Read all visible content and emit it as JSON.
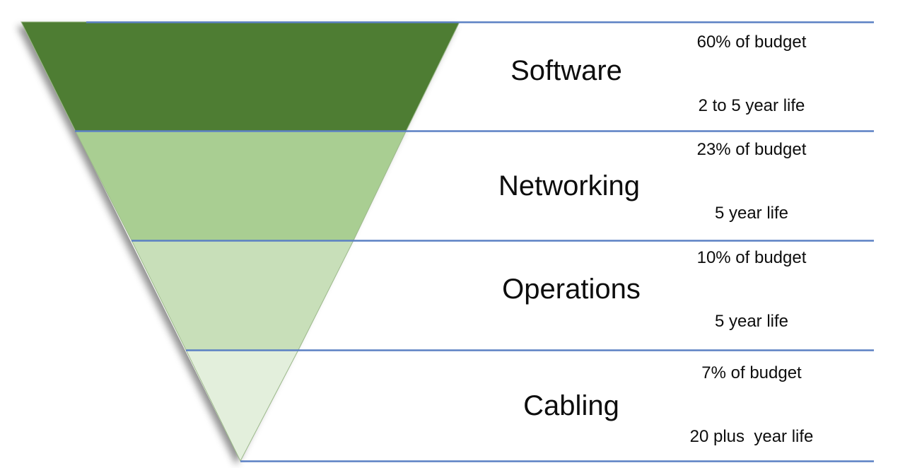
{
  "chart_data": {
    "type": "pie",
    "title": "",
    "subtitle": "",
    "xlabel": "",
    "ylabel": "",
    "shape": "inverted-funnel",
    "legend_position": "right-inline",
    "grid": false,
    "categories": [
      "Software",
      "Networking",
      "Operations",
      "Cabling"
    ],
    "values": [
      60,
      23,
      10,
      7
    ],
    "value_unit": "% of budget",
    "annotations": [
      "60% of budget",
      "2 to 5 year life",
      "23% of budget",
      "5 year life",
      "10% of budget",
      "5 year life",
      "7% of budget",
      "20 plus  year life"
    ]
  },
  "colors": {
    "band_1": "#4E7D33",
    "band_2": "#A9CE92",
    "band_3": "#C8DFB9",
    "band_4": "#E3EFDC",
    "divider_line": "#5B80C4",
    "funnel_outline": "#9CB98A",
    "text": "#0D0D0D",
    "background": "#FFFFFF"
  },
  "funnel": {
    "rows": [
      {
        "label": "Software",
        "percent": "60% of budget",
        "lifespan": "2 to 5 year life",
        "band_color": "#4E7D33"
      },
      {
        "label": "Networking",
        "percent": "23% of budget",
        "lifespan": "5 year life",
        "band_color": "#A9CE92"
      },
      {
        "label": "Operations",
        "percent": "10% of budget",
        "lifespan": "5 year life",
        "band_color": "#C8DFB9"
      },
      {
        "label": "Cabling",
        "percent": "7% of budget",
        "lifespan": "20 plus  year life",
        "band_color": "#E3EFDC"
      }
    ]
  }
}
